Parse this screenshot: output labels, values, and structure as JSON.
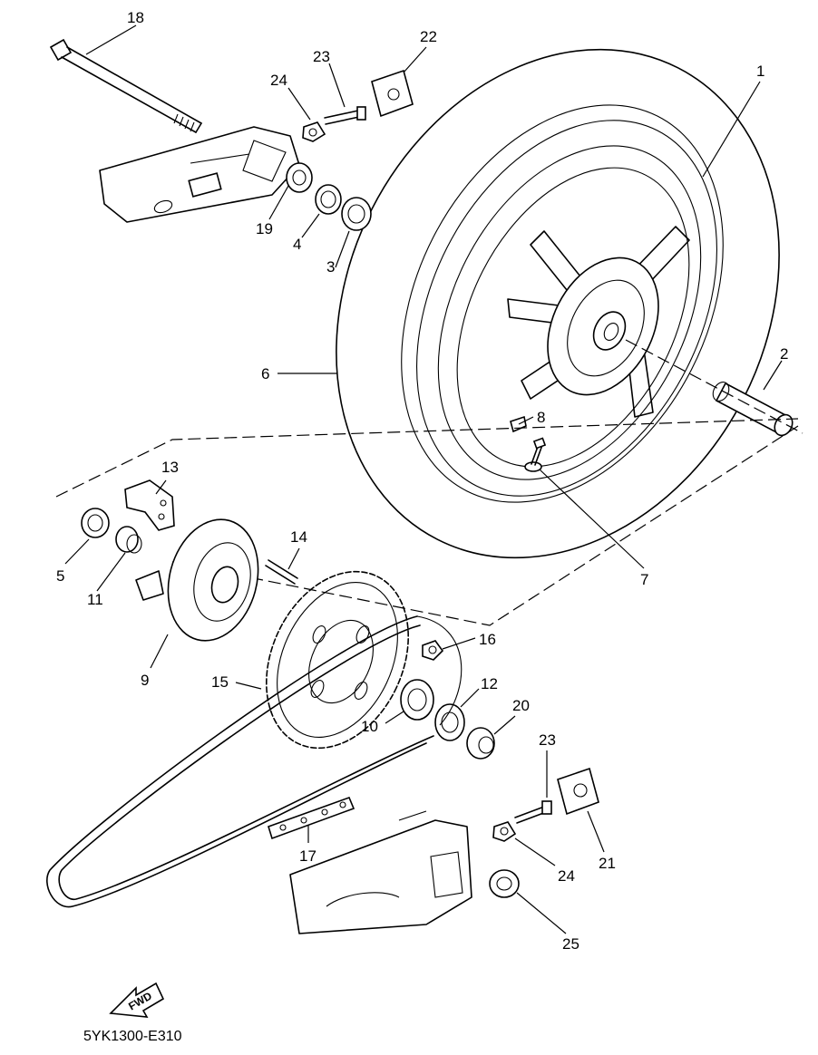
{
  "callouts": [
    {
      "id": "1",
      "label": "1"
    },
    {
      "id": "2",
      "label": "2"
    },
    {
      "id": "3",
      "label": "3"
    },
    {
      "id": "4",
      "label": "4"
    },
    {
      "id": "5",
      "label": "5"
    },
    {
      "id": "6",
      "label": "6"
    },
    {
      "id": "7",
      "label": "7"
    },
    {
      "id": "8",
      "label": "8"
    },
    {
      "id": "9",
      "label": "9"
    },
    {
      "id": "10",
      "label": "10"
    },
    {
      "id": "11",
      "label": "11"
    },
    {
      "id": "12",
      "label": "12"
    },
    {
      "id": "13",
      "label": "13"
    },
    {
      "id": "14",
      "label": "14"
    },
    {
      "id": "15",
      "label": "15"
    },
    {
      "id": "16",
      "label": "16"
    },
    {
      "id": "17",
      "label": "17"
    },
    {
      "id": "18",
      "label": "18"
    },
    {
      "id": "19",
      "label": "19"
    },
    {
      "id": "20",
      "label": "20"
    },
    {
      "id": "21",
      "label": "21"
    },
    {
      "id": "22",
      "label": "22"
    },
    {
      "id": "23a",
      "label": "23"
    },
    {
      "id": "23b",
      "label": "23"
    },
    {
      "id": "24a",
      "label": "24"
    },
    {
      "id": "24b",
      "label": "24"
    },
    {
      "id": "25",
      "label": "25"
    }
  ],
  "direction_arrow": {
    "label": "FWD"
  },
  "diagram_code": "5YK1300-E310"
}
